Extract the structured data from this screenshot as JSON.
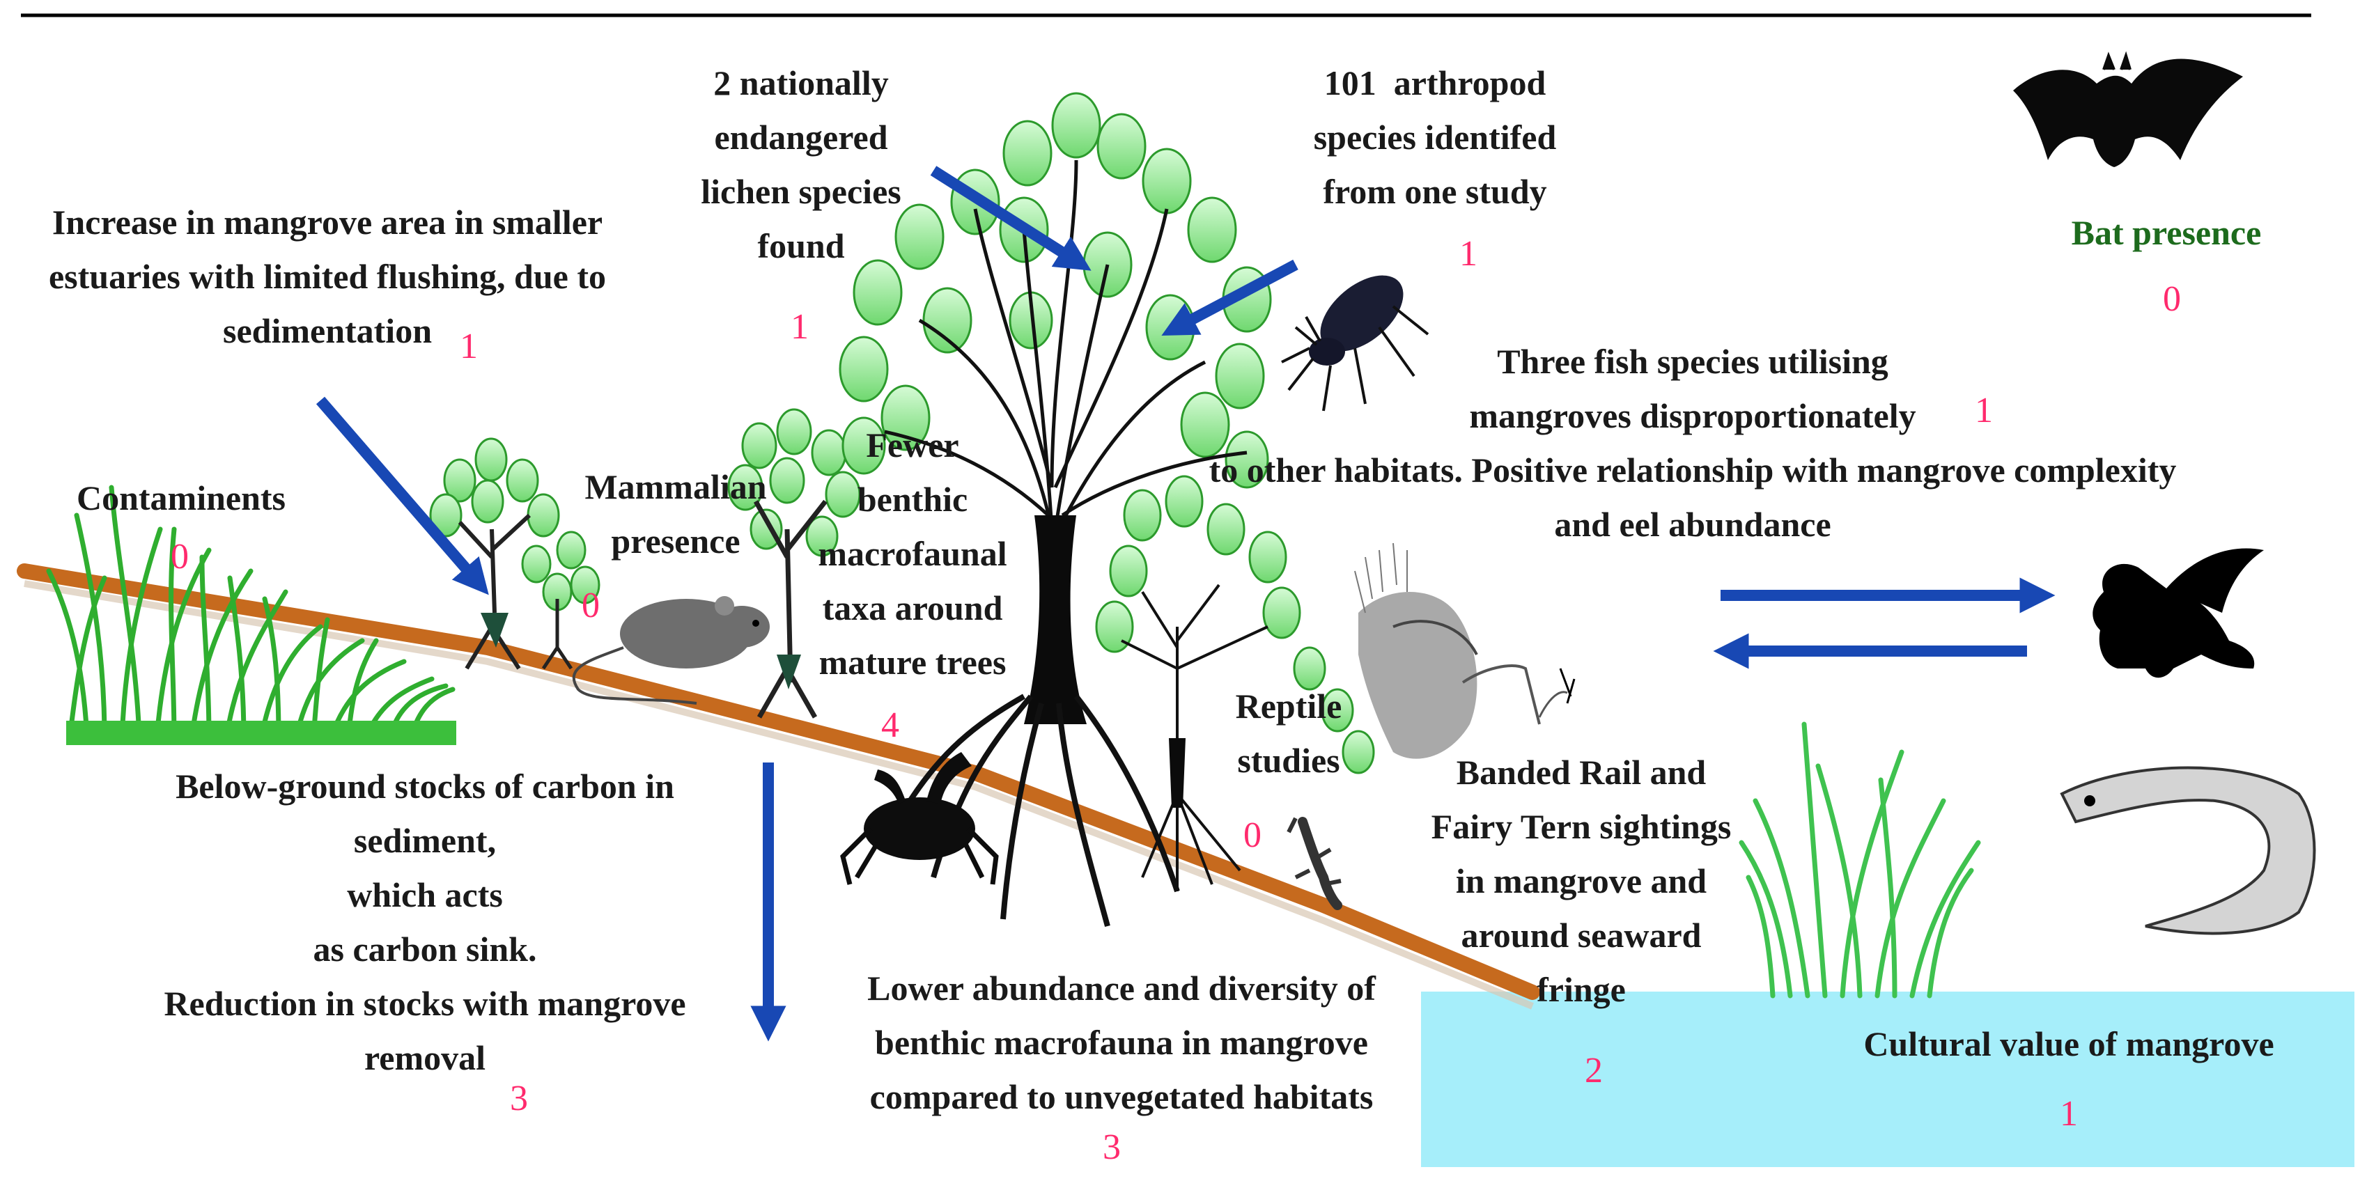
{
  "labels": {
    "lichen": "2 nationally\nendangered\nlichen species\nfound",
    "arthropod": "101  arthropod\nspecies identifed\nfrom one study",
    "bat": "Bat presence",
    "mangrove_area": "Increase in mangrove area in smaller\nestuaries with limited flushing, due to\nsedimentation",
    "contaminants": "Contaminents",
    "mammalian": "Mammalian\npresence",
    "benthic_fewer": "Fewer\nbenthic\nmacrofaunal\ntaxa around\nmature trees",
    "fish": "Three fish species utilising\nmangroves disproportionately\nto other habitats. Positive relationship with mangrove complexity\nand eel abundance",
    "carbon": "Below-ground stocks of carbon in\nsediment,\nwhich acts\nas carbon sink.\nReduction in stocks with mangrove\nremoval",
    "reptile": "Reptile\nstudies",
    "birds": "Banded Rail and\nFairy Tern sightings\nin mangrove and\naround seaward\nfringe",
    "benthic_lower": "Lower abundance and diversity of\nbenthic macrofauna in mangrove\ncompared to unvegetated habitats",
    "cultural": "Cultural value of mangrove"
  },
  "counts": {
    "lichen": "1",
    "arthropod": "1",
    "bat": "0",
    "mangrove_area": "1",
    "contaminants": "0",
    "mammalian": "0",
    "benthic_fewer": "4",
    "fish": "1",
    "carbon": "3",
    "reptile": "0",
    "birds": "2",
    "benthic_lower": "3",
    "cultural": "1"
  },
  "colors": {
    "arrow": "#1848b4",
    "count": "#ff2a6d",
    "leaf": "#8fe88f",
    "leaf_edge": "#2c9a2c",
    "grass": "#2fae2f",
    "sediment": "#c66a1e",
    "cultural_box": "#a6eefa",
    "bat_label": "#1d6b1d"
  },
  "icons": [
    "bat-silhouette",
    "beetle-icon",
    "rat-icon",
    "crab-icon",
    "lizard-icon",
    "bird-icon",
    "fish-silhouette",
    "eel-icon"
  ]
}
